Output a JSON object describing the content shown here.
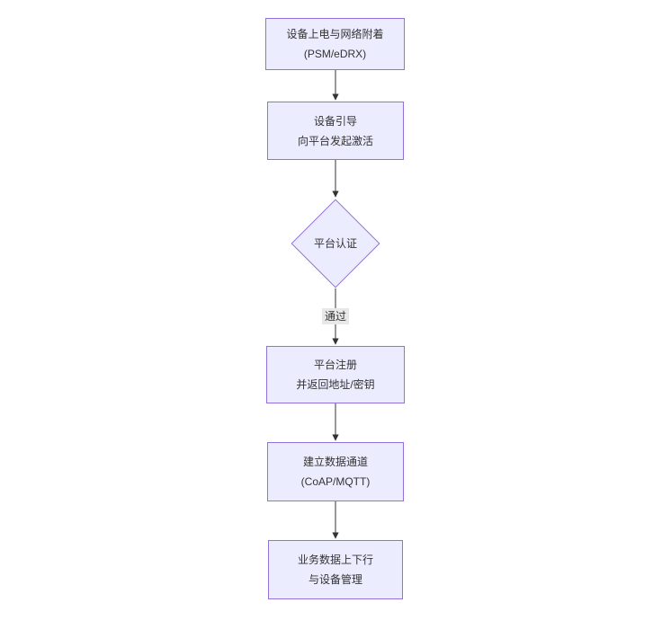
{
  "diagram": {
    "type": "flowchart",
    "direction": "top-down",
    "colors": {
      "background": "#ffffff",
      "node_fill": "#ECECFF",
      "node_border": "#9370DB",
      "text": "#333333",
      "arrow": "#333333",
      "edge_label_bg": "#e8e8e8"
    },
    "nodes": [
      {
        "id": "power-attach",
        "shape": "rect",
        "lines": [
          "设备上电与网络附着",
          "(PSM/eDRX)"
        ]
      },
      {
        "id": "bootstrap",
        "shape": "rect",
        "lines": [
          "设备引导",
          "向平台发起激活"
        ]
      },
      {
        "id": "auth",
        "shape": "diamond",
        "lines": [
          "平台认证"
        ]
      },
      {
        "id": "register",
        "shape": "rect",
        "lines": [
          "平台注册",
          "并返回地址/密钥"
        ]
      },
      {
        "id": "channel",
        "shape": "rect",
        "lines": [
          "建立数据通道",
          "(CoAP/MQTT)"
        ]
      },
      {
        "id": "business",
        "shape": "rect",
        "lines": [
          "业务数据上下行",
          "与设备管理"
        ]
      }
    ],
    "edges": [
      {
        "from": "power-attach",
        "to": "bootstrap",
        "label": ""
      },
      {
        "from": "bootstrap",
        "to": "auth",
        "label": ""
      },
      {
        "from": "auth",
        "to": "register",
        "label": "通过"
      },
      {
        "from": "register",
        "to": "channel",
        "label": ""
      },
      {
        "from": "channel",
        "to": "business",
        "label": ""
      }
    ]
  }
}
